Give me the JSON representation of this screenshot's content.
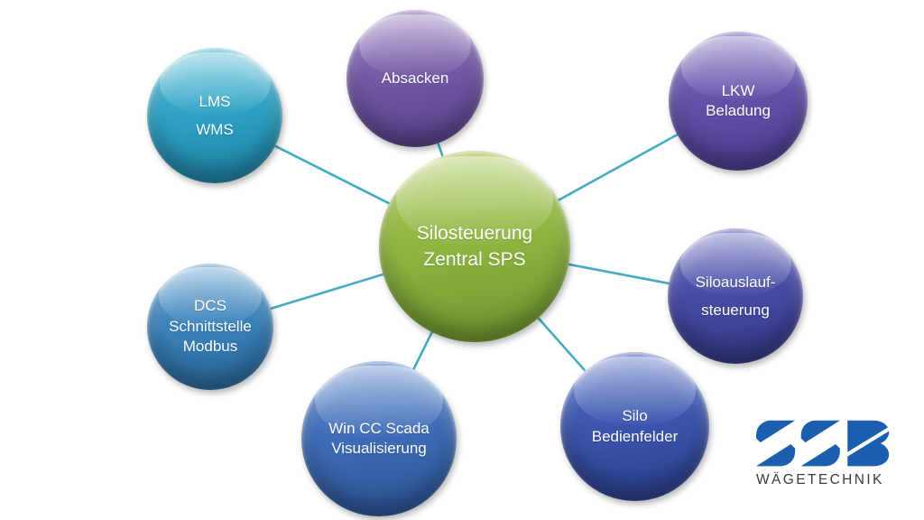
{
  "css_vars": {
    "line-color": "#3BA7C0",
    "brand-color": "#1B5EAD",
    "wordmark-color": "#3C3C3C"
  },
  "diagram": {
    "type": "hub-and-spoke",
    "center": {
      "label": "Silosteuerung\nZentral SPS",
      "colors": {
        "light": "#AFCD5F",
        "base": "#8FB540",
        "dark": "#6E942F"
      }
    },
    "nodes": [
      {
        "id": "lms",
        "label": "LMS\nWMS",
        "colors": {
          "light": "#5CC0DA",
          "base": "#2EA2C5",
          "dark": "#1E7FA2"
        }
      },
      {
        "id": "absacken",
        "label": "Absacken",
        "colors": {
          "light": "#9379BD",
          "base": "#7459A6",
          "dark": "#57418A"
        }
      },
      {
        "id": "lkw",
        "label": "LKW\nBeladung",
        "colors": {
          "light": "#8472C1",
          "base": "#6551AB",
          "dark": "#4B3B8E"
        }
      },
      {
        "id": "siloauslauf",
        "label": "Siloauslauf-\nsteuerung",
        "colors": {
          "light": "#6A6CC0",
          "base": "#474BA6",
          "dark": "#343781"
        }
      },
      {
        "id": "silo_bedienfelder",
        "label": "Silo\nBedienfelder",
        "colors": {
          "light": "#5B74C6",
          "base": "#3C55AE",
          "dark": "#2B3F89"
        }
      },
      {
        "id": "wincc",
        "label": "Win CC Scada\nVisualisierung",
        "colors": {
          "light": "#5F89CC",
          "base": "#3E6DB8",
          "dark": "#2C5294"
        }
      },
      {
        "id": "dcs",
        "label": "DCS\nSchnittstelle\nModbus",
        "colors": {
          "light": "#61A0CE",
          "base": "#3C83BC",
          "dark": "#286598"
        }
      }
    ]
  },
  "logo": {
    "monogram": "SSB",
    "wordmark": "WÄGETECHNIK"
  }
}
